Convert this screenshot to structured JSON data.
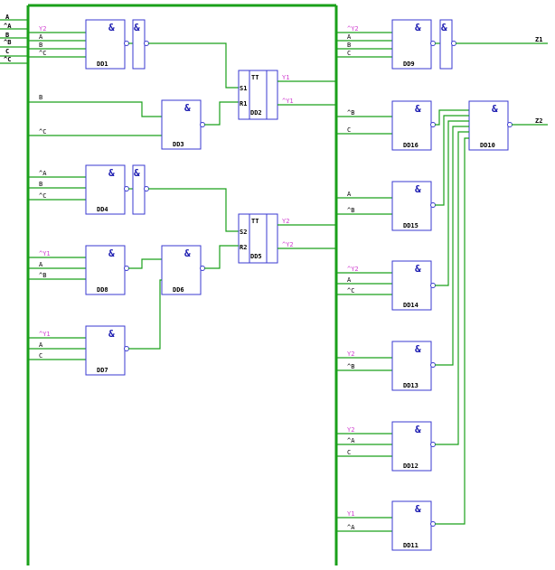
{
  "diagram": {
    "left_inputs": [
      "A",
      "^A",
      "B",
      "^B",
      "C",
      "^C"
    ],
    "gate_symbol": "&",
    "trigger_symbol": "TT",
    "gates": [
      {
        "name": "DD1",
        "inputs": [
          "Y2",
          "A",
          "B",
          "^C"
        ],
        "color": "#d040d0"
      },
      {
        "name": "DD3",
        "inputs": [
          "B",
          "^C"
        ]
      },
      {
        "name": "DD4",
        "inputs": [
          "^A",
          "B",
          "^C"
        ]
      },
      {
        "name": "DD8",
        "inputs": [
          "^Y1",
          "A",
          "^B"
        ]
      },
      {
        "name": "DD7",
        "inputs": [
          "^Y1",
          "A",
          "C"
        ]
      },
      {
        "name": "DD6",
        "inputs": []
      },
      {
        "name": "DD9",
        "inputs": [
          "^Y2",
          "A",
          "B",
          "C"
        ]
      },
      {
        "name": "DD16",
        "inputs": [
          "^B",
          "C"
        ]
      },
      {
        "name": "DD15",
        "inputs": [
          "A",
          "^B"
        ]
      },
      {
        "name": "DD14",
        "inputs": [
          "^Y2",
          "A",
          "^C"
        ]
      },
      {
        "name": "DD13",
        "inputs": [
          "Y2",
          "^B"
        ]
      },
      {
        "name": "DD12",
        "inputs": [
          "Y2",
          "^A",
          "C"
        ]
      },
      {
        "name": "DD11",
        "inputs": [
          "Y1",
          "^A"
        ]
      },
      {
        "name": "DD10",
        "inputs": []
      }
    ],
    "triggers": [
      {
        "name": "DD2",
        "pins": [
          "S1",
          "R1"
        ],
        "outputs": [
          "Y1",
          "^Y1"
        ]
      },
      {
        "name": "DD5",
        "pins": [
          "S2",
          "R2"
        ],
        "outputs": [
          "Y2",
          "^Y2"
        ]
      }
    ],
    "outputs": [
      "Z1",
      "Z2"
    ]
  }
}
